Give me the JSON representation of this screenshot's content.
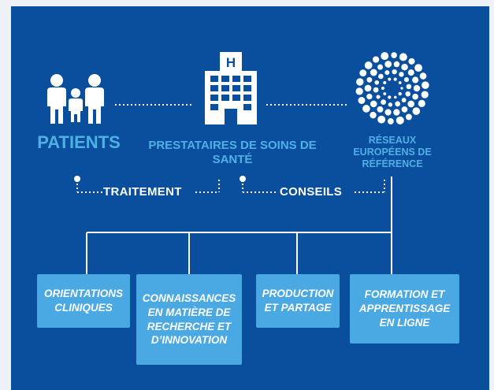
{
  "colors": {
    "background": "#0a4f9e",
    "accent": "#4aa8e2",
    "label": "#4fb0e6",
    "line": "#ffffff"
  },
  "nodes": {
    "patients": {
      "label": "PATIENTS",
      "icon": "family-icon"
    },
    "providers": {
      "label": "PRESTATAIRES DE SOINS DE SANTÉ",
      "icon": "hospital-icon"
    },
    "networks": {
      "label": "RÉSEAUX EUROPÉENS DE RÉFÉRENCE",
      "icon": "network-dots-icon"
    }
  },
  "flows": {
    "treatment": "TRAITEMENT",
    "advice": "CONSEILS"
  },
  "outcomes": [
    {
      "label": "ORIENTATIONS CLINIQUES"
    },
    {
      "label": "CONNAISSANCES EN MATIÈRE DE RECHERCHE ET D’INNOVATION"
    },
    {
      "label": "PRODUCTION ET PARTAGE"
    },
    {
      "label": "FORMATION ET APPRENTISSAGE EN LIGNE"
    }
  ]
}
